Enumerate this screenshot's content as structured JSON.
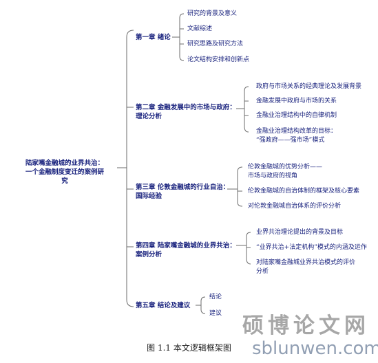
{
  "root": {
    "line1": "陆家嘴金融城的业界共治：",
    "line2": "一个金融制度变迁的案例研",
    "line3": "究"
  },
  "chapters": [
    {
      "title": [
        "第一章 绪论"
      ],
      "items": [
        [
          "研究的背景及意义"
        ],
        [
          "文献综述"
        ],
        [
          "研究思路及研究方法"
        ],
        [
          "论文结构安排和创新点"
        ]
      ]
    },
    {
      "title": [
        "第二章 金融发展中的市场与政府：",
        "理论分析"
      ],
      "items": [
        [
          "政府与市场关系的经典理论及发展背景"
        ],
        [
          "金融发展中政府与市场的关系"
        ],
        [
          "金融业治理结构中的自律机制"
        ],
        [
          "金融业治理结构改革的目标：",
          "“强政府——强市场”模式"
        ]
      ]
    },
    {
      "title": [
        "第三章 伦敦金融城的行业自治：",
        "国际经验"
      ],
      "items": [
        [
          "伦敦金融城的优势分析——",
          "市场与政府的视角"
        ],
        [
          "伦敦金融城的自治体制的框架及核心要素"
        ],
        [
          "对伦敦金融城自治体系的评价分析"
        ]
      ]
    },
    {
      "title": [
        "第四章 陆家嘴金融城的业界共治：",
        "案例分析"
      ],
      "items": [
        [
          "业界共治理论提出的背景及目标"
        ],
        [
          "“业界共治+法定机构”模式的内涵及运作"
        ],
        [
          "对陆家嘴金融城业界共治模式的评价",
          "分析"
        ]
      ]
    },
    {
      "title": [
        "第五章 结论及建议"
      ],
      "items": [
        [
          "结论"
        ],
        [
          "建议"
        ]
      ]
    }
  ],
  "caption": "图 1.1   本文逻辑框架图",
  "watermark": {
    "cn": "硕博论文网",
    "url": "sblunwen.com"
  },
  "colors": {
    "text": "#1a237e",
    "lines": "#6b6b6b"
  }
}
